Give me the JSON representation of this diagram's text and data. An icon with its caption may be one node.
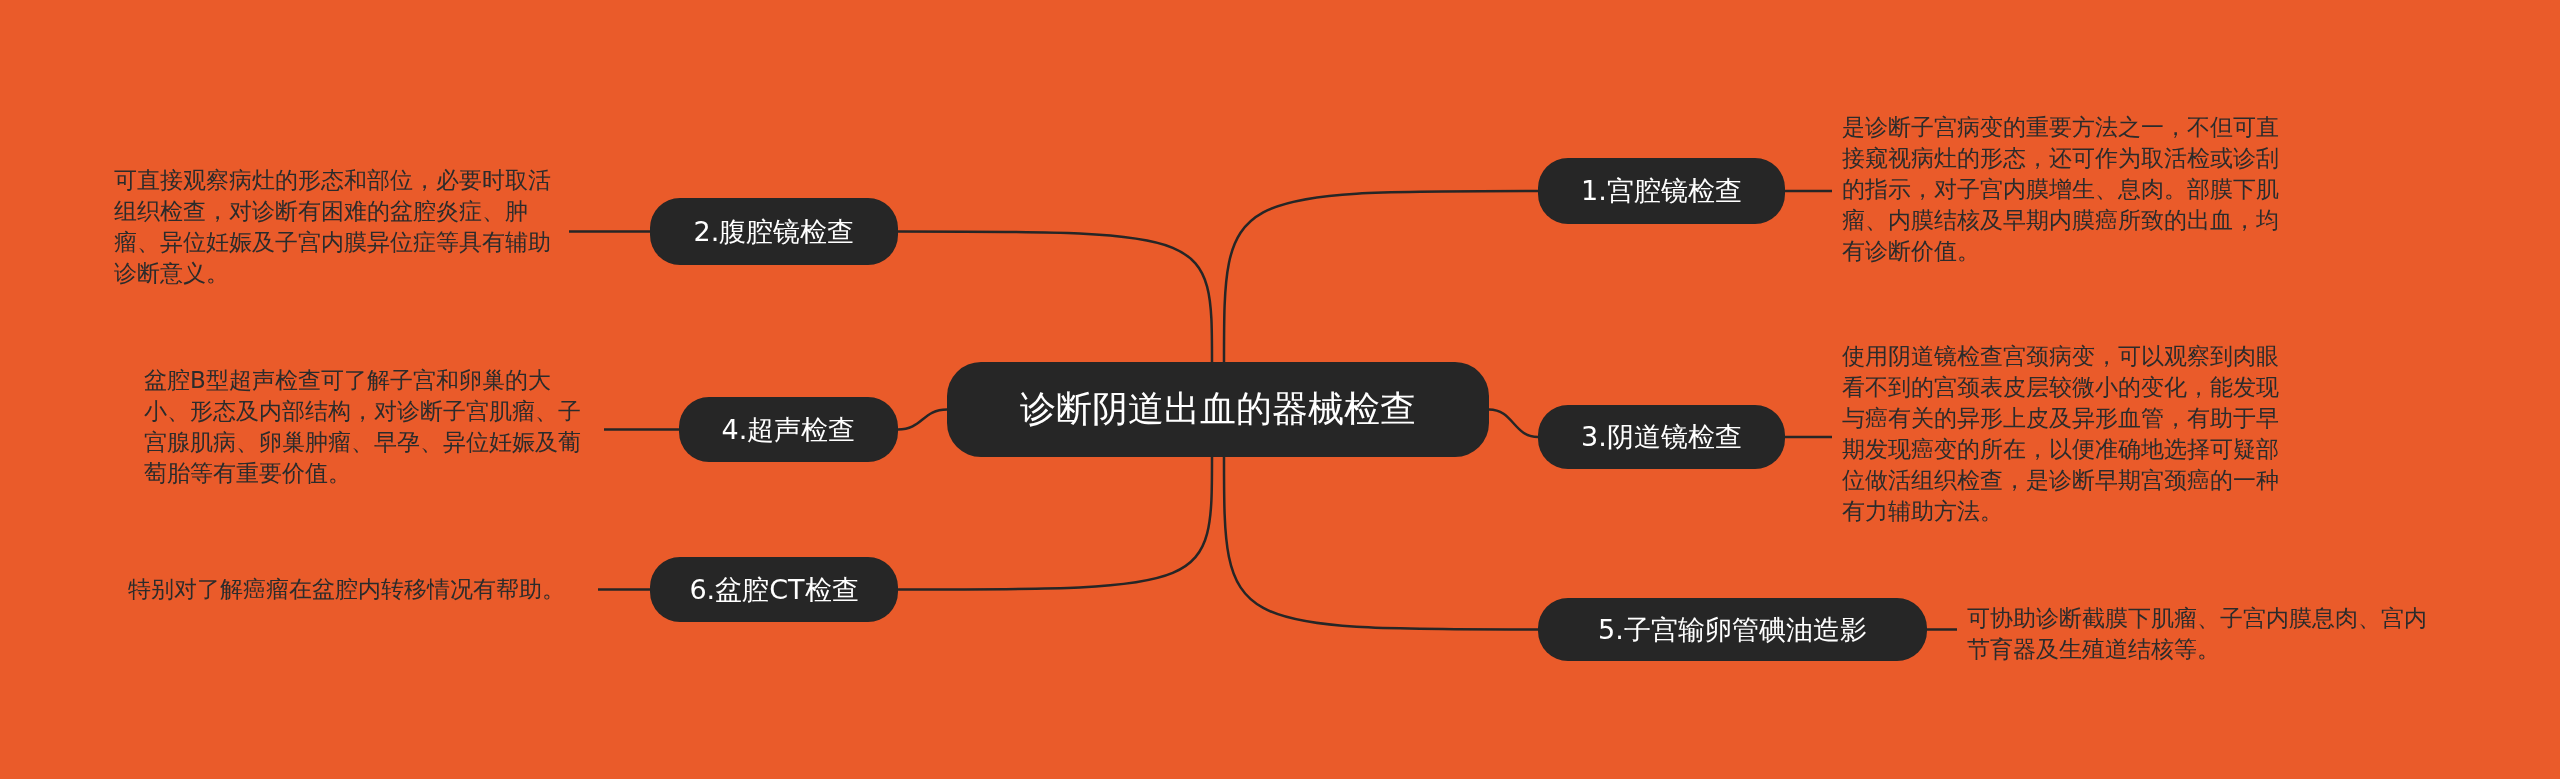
{
  "diagram": {
    "nodes": [
      {
        "text": [
          "诊断阴道出血的器械检查"
        ]
      },
      {
        "text": [
          "1.宫腔镜检查"
        ]
      },
      {
        "text": [
          "是诊断子宫病变的重要方法之一，不但可直接窥视病灶的形态，还可作为取活检或诊刮的指示，对子宫内膜增生、息肉。部膜下肌瘤、内膜结核及早期内膜癌所致的出血，均有诊断价值。"
        ]
      },
      {
        "text": [
          "2.腹腔镜检查"
        ]
      },
      {
        "text": [
          "可直接观察病灶的形态和部位，必要时取活组织检查，对诊断有困难的盆腔炎症、肿瘤、异位妊娠及子宫内膜异位症等具有辅助诊断意义。"
        ]
      },
      {
        "text": [
          "3.阴道镜检查"
        ]
      },
      {
        "text": [
          "使用阴道镜检查宫颈病变，可以观察到肉眼看不到的宫颈表皮层较微小的变化，能发现与癌有关的异形上皮及异形血管，有助于早期发现癌变的所在，以便准确地选择可疑部位做活组织检查，是诊断早期宫颈癌的一种有力辅助方法。"
        ]
      },
      {
        "text": [
          "4.超声检查"
        ]
      },
      {
        "text": [
          "盆腔B型超声检查可了解子宫和卵巢的大小、形态及内部结构，对诊断子宫肌瘤、子宫腺肌病、卵巢肿瘤、早孕、异位妊娠及葡萄胎等有重要价值。"
        ]
      },
      {
        "text": [
          "5.子宫输卵管碘油造影"
        ]
      },
      {
        "text": [
          "可协助诊断截膜下肌瘤、子宫内膜息肉、宫内节育器及生殖道结核等。"
        ]
      },
      {
        "text": [
          "6.盆腔CT检查"
        ]
      },
      {
        "text": [
          "特别对了解癌瘤在盆腔内转移情况有帮助。"
        ]
      }
    ],
    "edges": [
      {
        "from": 0,
        "to": 1,
        "arrow": "none"
      },
      {
        "from": 1,
        "to": 2,
        "arrow": "none"
      },
      {
        "from": 0,
        "to": 3,
        "arrow": "none"
      },
      {
        "from": 3,
        "to": 4,
        "arrow": "none"
      },
      {
        "from": 0,
        "to": 5,
        "arrow": "none"
      },
      {
        "from": 5,
        "to": 6,
        "arrow": "none"
      },
      {
        "from": 0,
        "to": 7,
        "arrow": "none"
      },
      {
        "from": 7,
        "to": 8,
        "arrow": "none"
      },
      {
        "from": 0,
        "to": 9,
        "arrow": "none"
      },
      {
        "from": 9,
        "to": 10,
        "arrow": "none"
      },
      {
        "from": 0,
        "to": 11,
        "arrow": "none"
      },
      {
        "from": 11,
        "to": 12,
        "arrow": "none"
      }
    ]
  }
}
